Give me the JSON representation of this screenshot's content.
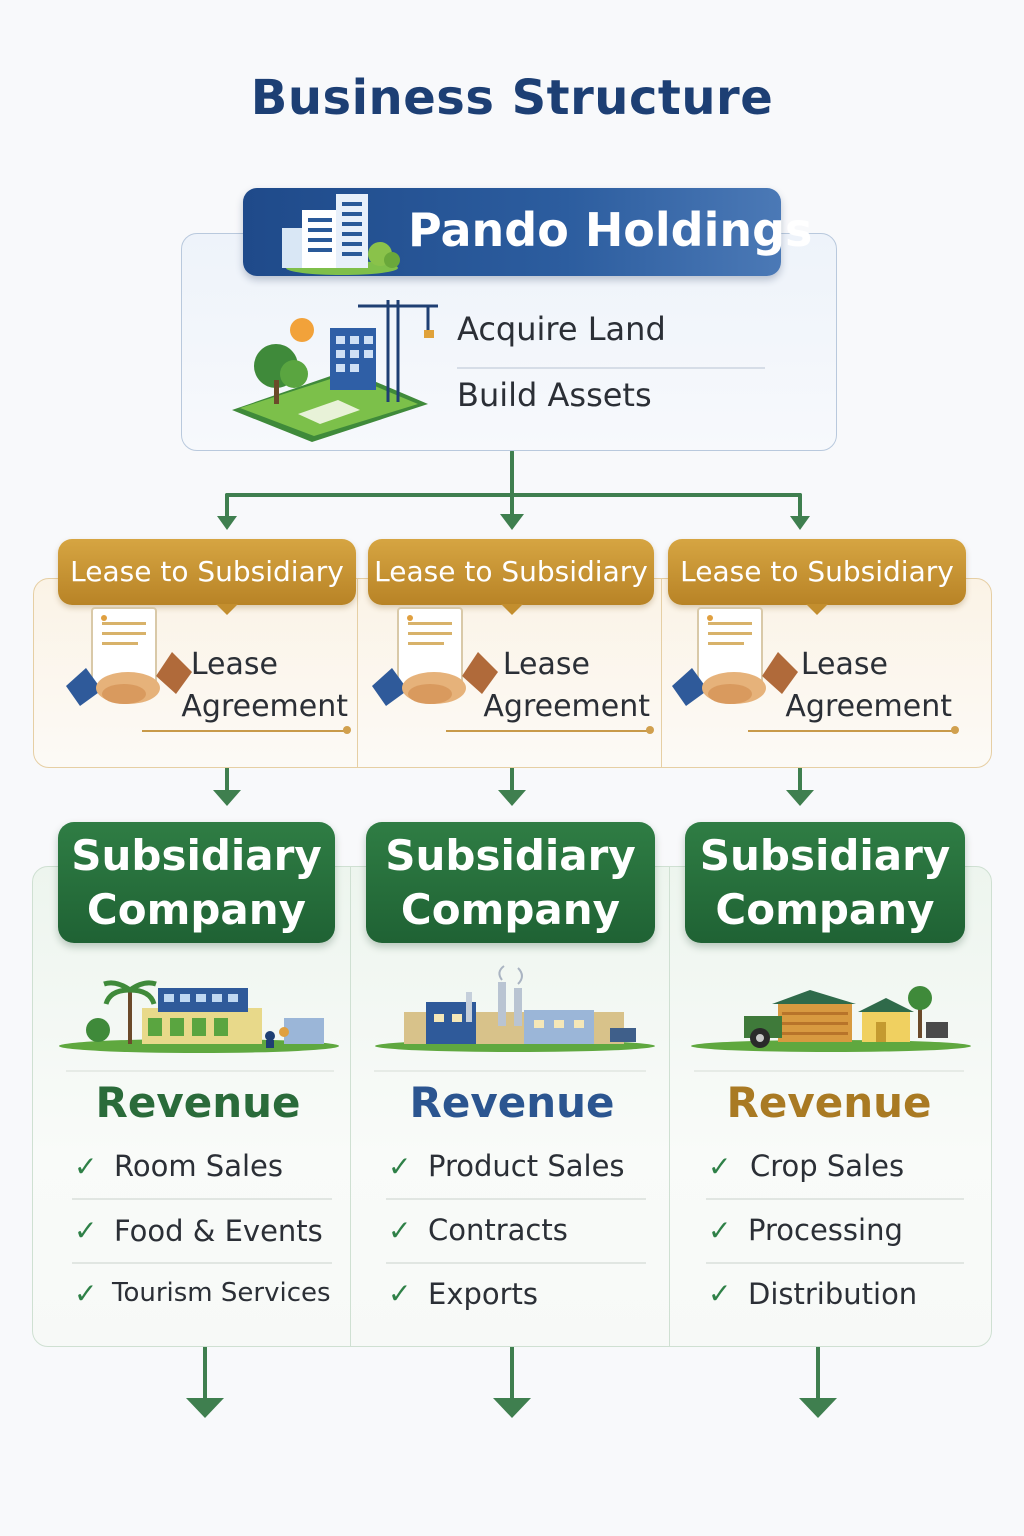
{
  "page_title": "Business Structure",
  "holdings": {
    "name": "Pando Holdings",
    "tasks": [
      "Acquire Land",
      "Build Assets"
    ]
  },
  "lease_columns": [
    {
      "banner": "Lease to Subsidiary",
      "label_line1": "Lease",
      "label_line2": "Agreement"
    },
    {
      "banner": "Lease to Subsidiary",
      "label_line1": "Lease",
      "label_line2": "Agreement"
    },
    {
      "banner": "Lease to Subsidiary",
      "label_line1": "Lease",
      "label_line2": "Agreement"
    }
  ],
  "subsidiaries": [
    {
      "line1": "Subsidiary",
      "line2": "Company",
      "revenue_title": "Revenue",
      "revenue_color": "#2a6b3a",
      "items": [
        "Room Sales",
        "Food & Events",
        "Tourism Services"
      ]
    },
    {
      "line1": "Subsidiary",
      "line2": "Company",
      "revenue_title": "Revenue",
      "revenue_color": "#2b5590",
      "items": [
        "Product Sales",
        "Contracts",
        "Exports"
      ]
    },
    {
      "line1": "Subsidiary",
      "line2": "Company",
      "revenue_title": "Revenue",
      "revenue_color": "#a97a23",
      "items": [
        "Crop Sales",
        "Processing",
        "Distribution"
      ]
    }
  ],
  "colors": {
    "holdings_blue": "#1f4a8a",
    "lease_gold": "#c9972f",
    "subsidiary_green": "#2a7040",
    "connector_green": "#3f7f4f"
  },
  "icons": {
    "holdings": "office-building-icon",
    "land": "construction-land-icon",
    "lease": "handshake-contract-icon",
    "scene_1": "hotel-resort-icon",
    "scene_2": "factory-icon",
    "scene_3": "farm-icon",
    "check": "check-icon",
    "arrow": "arrow-down-icon"
  }
}
